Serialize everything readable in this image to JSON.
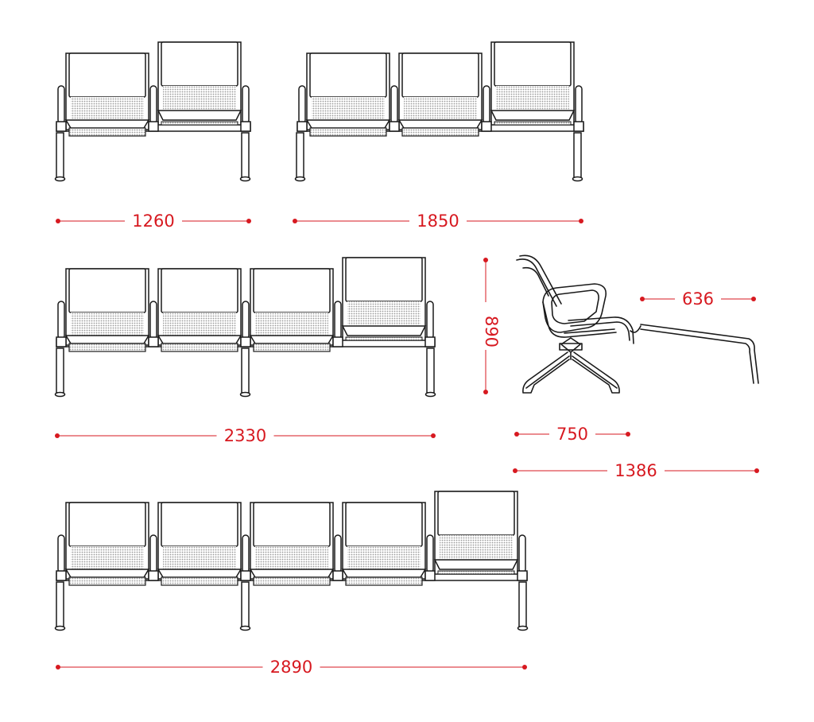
{
  "colors": {
    "line": "#1a1a1a",
    "dimension": "#d71920",
    "mesh": "#9a9a9a"
  },
  "benches": [
    {
      "seats": 2,
      "folded_seat": 2,
      "width_label": "1260"
    },
    {
      "seats": 3,
      "folded_seat": 3,
      "width_label": "1850"
    },
    {
      "seats": 4,
      "folded_seat": 4,
      "width_label": "2330"
    },
    {
      "seats": 5,
      "folded_seat": 5,
      "width_label": "2890"
    }
  ],
  "side_view": {
    "height_label": "890",
    "seat_depth_label": "636",
    "base_depth_label": "750",
    "total_depth_label": "1386"
  }
}
